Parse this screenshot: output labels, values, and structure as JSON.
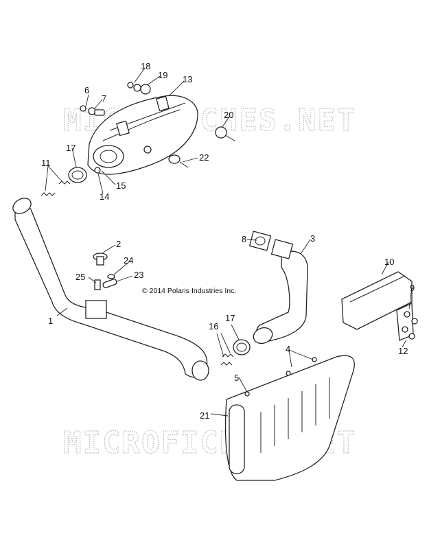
{
  "watermark": {
    "top_text": "MICROFICHES.NET",
    "bottom_text": "MICROFICHES.NET"
  },
  "copyright": "© 2014 Polaris Industries Inc.",
  "callouts": {
    "c1": "1",
    "c2": "2",
    "c3": "3",
    "c4": "4",
    "c5": "5",
    "c6": "6",
    "c7": "7",
    "c8": "8",
    "c9": "9",
    "c10": "10",
    "c11": "11",
    "c12": "12",
    "c13": "13",
    "c14": "14",
    "c15": "15",
    "c16": "16",
    "c17a": "17",
    "c17b": "17",
    "c18": "18",
    "c19": "19",
    "c20": "20",
    "c21": "21",
    "c22": "22",
    "c23": "23",
    "c24": "24",
    "c25": "25"
  }
}
